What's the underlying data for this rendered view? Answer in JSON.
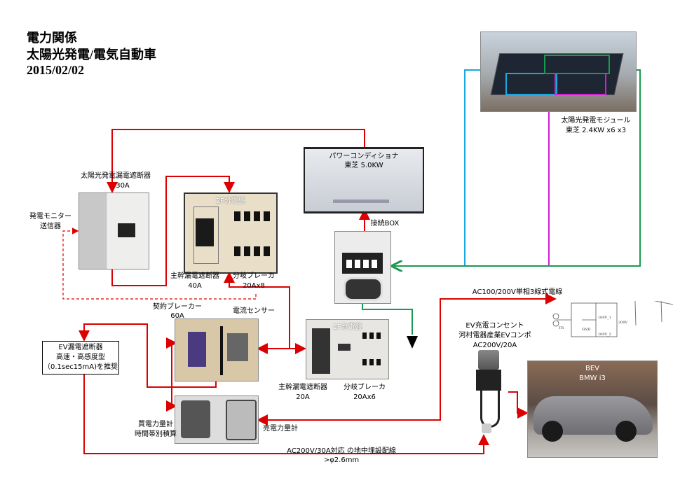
{
  "title": {
    "line1": "電力関係",
    "line2": "太陽光発電/電気自動車",
    "line3": "2015/02/02"
  },
  "solar_module": {
    "name": "太陽光発電モジュール",
    "spec": "東芝 2.4KW x6 x3"
  },
  "power_conditioner": {
    "name": "パワーコンディショナ",
    "spec": "東芝 5.0KW"
  },
  "junction_box": {
    "name": "接続BOX"
  },
  "solar_breaker": {
    "name": "太陽光発電漏電遮断器",
    "rating": "30A"
  },
  "monitor": {
    "line1": "発電モニター",
    "line2": "送信器"
  },
  "panel_2f": {
    "name": "2F分電盤",
    "main_name": "主幹漏電遮断器",
    "main_rating": "40A",
    "branch_name": "分岐ブレーカ",
    "branch_rating": "20Ax8"
  },
  "contract_breaker": {
    "name": "契約ブレーカー",
    "rating": "60A"
  },
  "current_sensor": {
    "name": "電流センサー"
  },
  "panel_1f": {
    "name": "1F分電盤",
    "main_name": "主幹漏電遮断器",
    "main_rating": "20A",
    "branch_name": "分岐ブレーカ",
    "branch_rating": "20Ax6"
  },
  "buy_meter": {
    "line1": "買電力量計",
    "line2": "時間帯別積算"
  },
  "sell_meter": {
    "name": "売電力量計"
  },
  "ev_breaker": {
    "line1": "EV漏電遮断器",
    "line2": "高速・高感度型",
    "line3": "（0.1sec15mA)を推奨"
  },
  "underground": {
    "line1": "AC200V/30A対応 の地中埋設配線",
    "line2": ">φ2.6mm"
  },
  "grid": {
    "name": "AC100/200V単相3線式電線",
    "circuit_labels": [
      "100V_1",
      "100V_2",
      "200V",
      "TR",
      "GND"
    ]
  },
  "ev_outlet": {
    "line1": "EV充電コンセント",
    "line2": "河村電器産業EVコンポ",
    "line3": "AC200V/20A"
  },
  "car": {
    "line1": "BEV",
    "line2": "BMW i3"
  },
  "colors": {
    "ac": "#dd0000",
    "string1": "#1aa7e0",
    "string2": "#d020d0",
    "string3": "#1a9a50"
  }
}
